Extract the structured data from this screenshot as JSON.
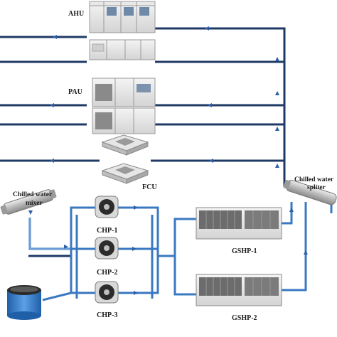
{
  "labels": {
    "ahu": "AHU",
    "pau": "PAU",
    "fcu": "FCU",
    "mixer": "Chilled water\nmixer",
    "splitter": "Chilled water\nspliter",
    "chp1": "CHP-1",
    "chp2": "CHP-2",
    "chp3": "CHP-3",
    "gshp1": "GSHP-1",
    "gshp2": "GSHP-2"
  },
  "colors": {
    "pipe_dark": "#1f3a66",
    "pipe_blue": "#3a78c2",
    "arrow": "#2a5fa8",
    "tank": "#2f78c8"
  },
  "icons": [
    "ahu-unit",
    "pau-unit",
    "fcu-unit",
    "header-pipe",
    "pump",
    "heat-pump-unit",
    "water-tank",
    "flow-arrow"
  ]
}
